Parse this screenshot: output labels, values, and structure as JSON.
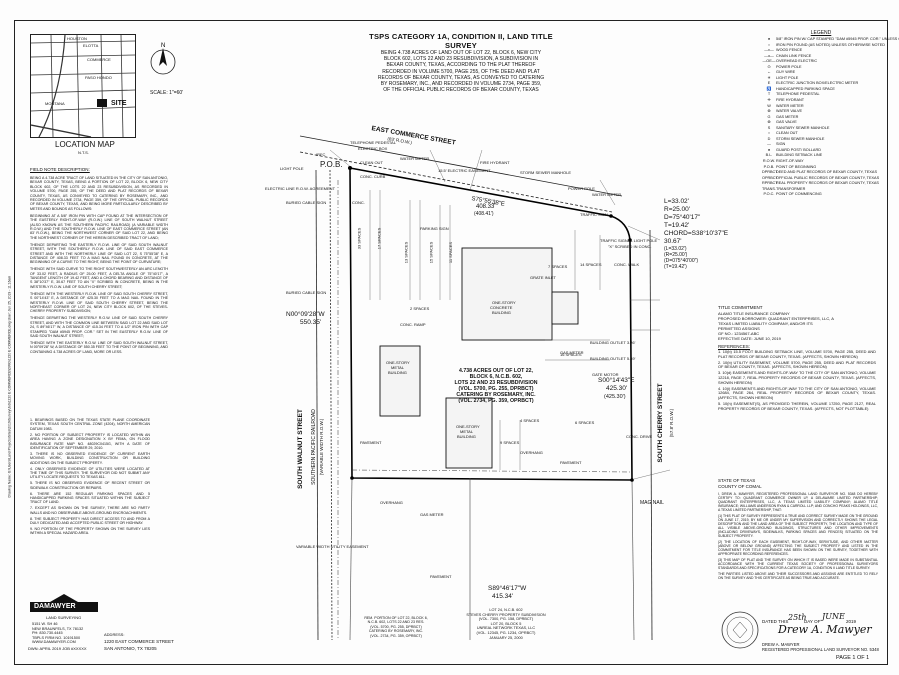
{
  "sheet": {
    "title": "TSPS CATEGORY 1A, CONDITION II, LAND TITLE SURVEY",
    "subtitle_lines": [
      "BEING 4.738 ACRES OF LAND OUT OF LOT 22, BLOCK 6, NEW CITY",
      "BLOCK 602, LOTS 22 AND 23 RESUBDIVISION, A SUBDIVISION IN",
      "BEXAR COUNTY, TEXAS, ACCORDING TO THE PLAT THEREOF",
      "RECORDED IN VOLUME 5700, PAGE 255, OF THE DEED AND PLAT",
      "RECORDS OF BEXAR COUNTY, TEXAS, AS CONVEYED TO CATERING",
      "BY ROSEMARY, INC., AND RECORDED IN VOLUME 2734, PAGE 359,",
      "OF THE OFFICIAL PUBLIC RECORDS OF BEXAR COUNTY, TEXAS"
    ],
    "page_label": "PAGE 1 OF 1"
  },
  "location_map": {
    "title": "LOCATION MAP",
    "nts": "N.T.S.",
    "scale": "SCALE: 1\"=60'",
    "site": "SITE",
    "labels": [
      "HOUSTON",
      "ELOTTA",
      "PASO HONDO",
      "MONTANA",
      "LOCATION",
      "COMMERCE"
    ]
  },
  "streets": {
    "east_commerce": "EAST COMMERCE STREET",
    "east_commerce_row": "(83' R.O.W.)",
    "south_walnut": "SOUTH WALNUT STREET",
    "south_walnut_sub": "SOUTHERN PACIFIC RAILROAD",
    "south_walnut_row": "(VARIABLE WIDTH R.O.W.)",
    "south_cherry": "SOUTH CHERRY STREET",
    "south_cherry_row": "(57.8' R.O.W.)"
  },
  "bearings": {
    "pob": "P.O.B.",
    "north": "S75°55'38\"E",
    "north_dist": "408.33'",
    "north_rec": "(408.41')",
    "west": "N00°09'28\"W",
    "west_dist": "550.35'",
    "east": "S00°14'43\"E",
    "east_dist": "425.30'",
    "east_rec": "(425.30')",
    "south": "S89°46'17\"W",
    "south_dist": "415.34'"
  },
  "curve": {
    "l": "L=33.02'",
    "r": "R=25.00'",
    "d": "D=75°40'17\"",
    "t": "T=19.42'",
    "chord": "CHORD=S38°10'37\"E",
    "chord_len": "30.67'",
    "rec_l": "(L=33.02')",
    "rec_r": "(R=25.00')",
    "rec_d": "(D=075°40'00\")",
    "rec_t": "(T=19.42')"
  },
  "tract": {
    "lines": [
      "4.738 ACRES OUT OF LOT 22,",
      "BLOCK 6, N.C.B. 602,",
      "LOTS 22 AND 23 RESUBDIVISION",
      "(VOL. 5700, PG. 255, DPRBCT)",
      "CATERING BY ROSEMARY, INC.",
      "(VOL. 2734, PG. 359, OPRBCT)"
    ]
  },
  "features": {
    "building_west": [
      "ONE-STORY",
      "METAL",
      "BUILDING"
    ],
    "building_mid": [
      "ONE-STORY",
      "CONCRETE",
      "BUILDING"
    ],
    "building_south": [
      "ONE-STORY",
      "METAL",
      "BUILDING"
    ],
    "spaces": [
      "33 SPACES",
      "17 SPACES",
      "13 SPACES",
      "15 SPACES",
      "11 SPACES",
      "14 SPACES",
      "16 SPACES",
      "7 SPACES",
      "9 SPACES",
      "4 SPACES",
      "6 SPACES",
      "2 SPACES"
    ],
    "misc": [
      "CONC.",
      "PAVEMENT",
      "PARKING SIGN",
      "CONC. RAMP",
      "CONC. WALK",
      "CONC. DRIVE",
      "OVERHANG",
      "GRATE INLET",
      "MAG NAIL",
      "WATER METER",
      "GAS METER",
      "FIRE HYDRANT",
      "ELECTRIC BOX",
      "IRFC",
      "CLEAN OUT",
      "TRAFFIC SIGNAL LIGHT POLE",
      "\"X\" SCRIBED IN CONC.",
      "CONC. CURB",
      "POWER POLE",
      "BURIED CABLE SIGN",
      "ELECTRIC LINE R.O.W. AGREEMENT",
      "LIGHT POLE",
      "STORM SEWER MANHOLE",
      "TELEPHONE PEDESTAL",
      "TRAFFIC SIGN",
      "VARIABLE WIDTH UTILITY EASEMENT",
      "15.5' ELECTRIC EASEMENT",
      "BUILDING OUTLET 3.26'",
      "BUILDING OUTLET 5.89'",
      "GATE MOTOR"
    ]
  },
  "adjacent": {
    "south_lot": [
      "LOT 24, N.C.B. 602",
      "STEVES CHERRY PROPERTY SUBDIVISION",
      "(VOL. 7300, PG. 158, DPRBCT)",
      "LOT 20, BLOCK 5",
      "UNREAL NETWORK TEXAS, LLC",
      "(VOL. 12345, PG. 1234, OPRBCT)",
      "JANUARY 25, 2000"
    ],
    "southwest_lot": [
      "REM. PORTION OF LOT 22, BLOCK 6,",
      "N.C.B. 602, LOTS 22 AND 23 RES.",
      "(VOL. 5700, PG. 255, DPRBCT)",
      "CATERING BY ROSEMARY, INC.",
      "(VOL. 2734, PG. 359, OPRBCT)"
    ]
  },
  "field_note": {
    "heading": "FIELD NOTE DESCRIPTION:",
    "paragraphs": [
      "BEING A 4.738 ACRE TRACT OF LAND SITUATED IN THE CITY OF SAN ANTONIO, BEXAR COUNTY, TEXAS, BEING A PORTION OF LOT 22, BLOCK 6, NEW CITY BLOCK 602, OF THE LOTS 22 AND 23 RESUBDIVISION, AS RECORDED IN VOLUME 5700, PAGE 255, OF THE DEED AND PLAT RECORDS OF BEXAR COUNTY, TEXAS, AS CONVEYED TO CATERING BY ROSEMARY, INC., AND RECORDED IN VOLUME 2734, PAGE 359, OF THE OFFICIAL PUBLIC RECORDS OF BEXAR COUNTY, TEXAS, AND BEING MORE PARTICULARLY DESCRIBED BY METES AND BOUNDS AS FOLLOWS:",
      "BEGINNING AT A 5/8\" IRON PIN WITH CAP FOUND AT THE INTERSECTION OF THE EASTERLY RIGHT-OF-WAY (R.O.W.) LINE OF SOUTH WALNUT STREET (ALSO KNOWN AS THE SOUTHERN PACIFIC RAILROAD) (A VARIABLE WIDTH R.O.W.) AND THE SOUTHERLY R.O.W. LINE OF EAST COMMERCE STREET (AN 83' R.O.W.), BEING THE NORTHWEST CORNER OF SAID LOT 22, AND BEING THE NORTHWEST CORNER OF THE HEREIN DESCRIBED TRACT OF LAND;",
      "THENCE DEPARTING THE EASTERLY R.O.W. LINE OF SAID SOUTH WALNUT STREET, WITH THE SOUTHERLY R.O.W. LINE OF SAID EAST COMMERCE STREET AND WITH THE NORTHERLY LINE OF SAID LOT 22, S 75°55'38\" E, A DISTANCE OF 408.33 FEET TO A MAG NAIL FOUND IN CONCRETE, AT THE BEGINNING OF A CURVE TO THE RIGHT, BEING THE POINT OF CURVATURE;",
      "THENCE WITH SAID CURVE TO THE RIGHT SOUTHWESTERLY AN ARC LENGTH OF 33.02 FEET, A RADIUS OF 25.00 FEET, A DELTA ANGLE OF 75°40'17\", A TANGENT LENGTH OF 19.42 FEET, AND A CHORD BEARING AND DISTANCE OF S 38°10'37\" E, 30.67 FEET TO AN \"X\" SCRIBED IN CONCRETE, BEING IN THE WESTERLY R.O.W. LINE OF SOUTH CHERRY STREET;",
      "THENCE WITH THE WESTERLY R.O.W. LINE OF SAID SOUTH CHERRY STREET, S 00°14'43\" E, A DISTANCE OF 425.30 FEET TO A MAG NAIL FOUND IN THE WESTERLY R.O.W. LINE OF SAID SOUTH CHERRY STREET, BEING THE NORTHEAST CORNER OF LOT 24, NEW CITY BLOCK 602, OF THE STEVES-CHERRY PROPERTY SUBDIVISION;",
      "THENCE DEPARTING THE WESTERLY R.O.W. LINE OF SAID SOUTH CHERRY STREET, AND WITH THE COMMON LINE BETWEEN SAID LOT 22 AND SAID LOT 24, S 89°46'17\" W, A DISTANCE OF 415.34 FEET TO A 1/2\" IRON PIN WITH CAP STAMPED \"DAM #5945 PROP. COR.\" SET IN THE EASTERLY R.O.W. LINE OF SAID SOUTH WALNUT STREET;",
      "THENCE WITH THE EASTERLY R.O.W. LINE OF SAID SOUTH WALNUT STREET, N 00°09'28\" W, A DISTANCE OF 550.35 FEET TO THE POINT OF BEGINNING, AND CONTAINING 4.738 ACRES OF LAND, MORE OR LESS."
    ]
  },
  "notes": {
    "items": [
      "1. BEARINGS BASED ON THE TEXAS STATE PLANE COORDINATE SYSTEM, TEXAS SOUTH CENTRAL ZONE (4204), NORTH AMERICAN DATUM 1983.",
      "2. NO PORTION OF SUBJECT PROPERTY IS LOCATED WITHIN AN AREA HAVING A ZONE DESIGNATION X BY FEMA, ON FLOOD INSURANCE RATE MAP NO. 48029C0415G, WITH A DATE OF IDENTIFICATION OF SEPTEMBER 29, 2010.",
      "3. THERE IS NO OBSERVED EVIDENCE OF CURRENT EARTH MOVING WORK, BUILDING CONSTRUCTION OR BUILDING ADDITIONS ON THE SUBJECT PROPERTY.",
      "4. ONLY OBSERVED EVIDENCE OF UTILITIES WERE LOCATED AT THE TIME OF THIS SURVEY. THE SURVEYOR DID NOT SUBMIT ANY UTILITY LOCATE REQUESTS TO TEXAS 811.",
      "5. THERE IS NO OBSERVED EVIDENCE OF RECENT STREET OR SIDEWALK CONSTRUCTION OR REPAIRS.",
      "6. THERE ARE 152 REGULAR PARKING SPACES AND 5 HANDICAPPED PARKING SPACES SITUATED WITHIN THE SUBJECT TRACT OF LAND.",
      "7. EXCEPT AS SHOWN ON THE SURVEY, THERE ARE NO PARTY WALLS AND NO OBSERVABLE ABOVE-GROUND ENCROACHMENTS.",
      "8. THE SUBJECT PROPERTY HAS DIRECT ACCESS TO AND FROM A DULY DEDICATED AND ACCEPTED PUBLIC STREET OR HIGHWAY.",
      "9. NO PORTION OF THE PROPERTY SHOWN ON THE SURVEY LIES WITHIN A SPECIAL HAZARD AREA."
    ]
  },
  "legend": {
    "title": "LEGEND",
    "rows": [
      [
        "●",
        "5/8\" IRON PIN W/ CAP STAMPED \"DAM #5945 PROP. COR.\" UNLESS OTHERWISE NOTED"
      ],
      [
        "○",
        "IRON PIN FOUND (AS NOTED) UNLESS OTHERWISE NOTED"
      ],
      [
        "—x—",
        "WOOD FENCE"
      ],
      [
        "—o—",
        "CHAIN LINK FENCE"
      ],
      [
        "—OE—",
        "OVERHEAD ELECTRIC"
      ],
      [
        "⊙",
        "POWER POLE"
      ],
      [
        "←",
        "GUY WIRE"
      ],
      [
        "☀",
        "LIGHT POLE"
      ],
      [
        "E",
        "ELECTRIC JUNCTION BOX/ELECTRIC METER"
      ],
      [
        "♿",
        "HANDICAPPED PARKING SPACE"
      ],
      [
        "T",
        "TELEPHONE PEDESTAL"
      ],
      [
        "✛",
        "FIRE HYDRANT"
      ],
      [
        "W",
        "WATER METER"
      ],
      [
        "⊗",
        "WATER VALVE"
      ],
      [
        "G",
        "GAS METER"
      ],
      [
        "⊗",
        "GAS VALVE"
      ],
      [
        "S",
        "SANITARY SEWER MANHOLE"
      ],
      [
        "○",
        "CLEAN OUT"
      ],
      [
        "D",
        "STORM SEWER MANHOLE"
      ],
      [
        "—",
        "SIGN"
      ],
      [
        "●",
        "GUARD POST/ BOLLARD"
      ],
      [
        "B.L.",
        "BUILDING SETBACK LINE"
      ],
      [
        "R.O.W.",
        "RIGHT-OF-WAY"
      ],
      [
        "P.O.B.",
        "POINT OF BEGINNING"
      ],
      [
        "DPRBCT",
        "DEED AND PLAT RECORDS OF BEXAR COUNTY, TEXAS"
      ],
      [
        "OPRBCT",
        "OFFICIAL PUBLIC RECORDS OF BEXAR COUNTY, TEXAS"
      ],
      [
        "RPRBCT",
        "REAL PROPERTY RECORDS OF BEXAR COUNTY, TEXAS"
      ],
      [
        "TRANS.",
        "TRANSFORMER"
      ],
      [
        "P.O.C.",
        "POINT OF COMMENCING"
      ]
    ]
  },
  "title_commitment": {
    "heading": "TITLE COMMITMENT",
    "lines": [
      "ALAMO TITLE INSURANCE COMPANY",
      "PROPOSED BORROWER: QUADRANT ENTERPRISES, LLC, A",
      "TEXAS LIMITED LIABILITY COMPANY, AND/OR ITS",
      "PERMITTED ASSIGNS",
      "GF NO.: 1234567-ABC",
      "EFFECTIVE DATE: JUNE 10, 2019"
    ],
    "references_heading": "REFERENCES:",
    "references": [
      "1. 10(b) 15.5 FOOT BUILDING SETBACK LINE, VOLUME 5700, PAGE 255, DEED AND PLAT RECORDS OF BEXAR COUNTY, TEXAS. (AFFECTS, SHOWN HEREON)",
      "2. 10(b) UTILITY EASEMENT, VOLUME 5700, PAGE 255, DEED AND PLAT RECORDS OF BEXAR COUNTY, TEXAS. (AFFECTS, SHOWN HEREON)",
      "3. 10(d) EASEMENTS AND RIGHTS-OF-WAY TO THE CITY OF SAN ANTONIO, VOLUME 12218, PAGE 7, REAL PROPERTY RECORDS OF BEXAR COUNTY, TEXAS. (AFFECTS, SHOWN HEREON)",
      "4. 10(i) EASEMENTS AND RIGHTS-OF-WAY TO THE CITY OF SAN ANTONIO, VOLUME 12684, PAGE 264, REAL PROPERTY RECORDS OF BEXAR COUNTY, TEXAS. (AFFECTS, SHOWN HEREON)",
      "5. 10(h) EASEMENT(S), AS PROVIDED THEREIN, VOLUME 17250, PAGE 2127, REAL PROPERTY RECORDS OF BEXAR COUNTY, TEXAS. (AFFECTS, NOT PLOTTABLE)"
    ]
  },
  "certification": {
    "state": "STATE OF TEXAS",
    "county": "COUNTY OF COMAL",
    "text": [
      "I, DREW A. MAWYER, REGISTERED PROFESSIONAL LAND SURVEYOR NO. 5348 DO HEREBY CERTIFY TO: QUADRANT COMMERCE OWNER LP, A DELAWARE LIMITED PARTNERSHIP; QUADRANT ENTERPRISES, LLC, A TEXAS LIMITED LIABILITY COMPANY; ALAMO TITLE INSURANCE; WILLIAMS ANDERSON RYAN & CARROLL LLP; AND CONCHO PEAKS HOLDINGS, LLC, A TEXAS LIMITED PARTNERSHIP, THAT:",
      "(1) THIS PLAT OF SURVEY REPRESENTS A TRUE AND CORRECT SURVEY MADE ON THE GROUND ON JUNE 17, 2019, BY ME OR UNDER MY SUPERVISION AND CORRECTLY SHOWS THE LEGAL DESCRIPTION AND THE LAND AREA OF THE SUBJECT PROPERTY, THE LOCATION AND TYPE OF ALL VISIBLE ABOVE-GROUND BUILDINGS, STRUCTURES AND OTHER IMPROVEMENTS (INCLUDING DRIVEWAYS, SIDEWALKS, PARKING SPACES AND FENCES) SITUATED ON THE SUBJECT PROPERTY.",
      "(2) THE LOCATION OF EACH EASEMENT, RIGHT-OF-WAY, SERVITUDE, AND OTHER MATTER (ABOVE OR BELOW GROUND) AFFECTING THE SUBJECT PROPERTY AND LISTED IN THE COMMITMENT FOR TITLE INSURANCE HAS BEEN SHOWN ON THE SURVEY, TOGETHER WITH APPROPRIATE RECORDING REFERENCES.",
      "(3) THIS MAP OF PLAT AND THE SURVEY ON WHICH IT IS BASED WERE MADE IN SUBSTANTIAL ACCORDANCE WITH THE CURRENT TEXAS SOCIETY OF PROFESSIONAL SURVEYORS STANDARDS AND SPECIFICATIONS FOR A CATEGORY 1A, CONDITION II LAND TITLE SURVEY.",
      "THE PARTIES LISTED ABOVE AND THEIR SUCCESSORS AND ASSIGNS ARE ENTITLED TO RELY ON THE SURVEY AND THIS CERTIFICATE AS BEING TRUE AND ACCURATE."
    ],
    "date_line": "DATED THIS",
    "day": "25th",
    "day_of": "DAY OF",
    "month": "JUNE",
    "year": "2019",
    "signature": "Drew A. Mawyer",
    "name": "DREW A. MAWYER",
    "reg": "REGISTERED PROFESSIONAL LAND SURVEYOR NO. 5348"
  },
  "firm": {
    "name": "DAMAWYER",
    "sub": "LAND SURVEYING",
    "address": [
      "5151 W. SH 46",
      "NEW BRAUNFELS, TX 78132",
      "PH: 830.730.4445",
      "TBPLS FIRM NO. 10191500",
      "WWW.DAMAWYER.COM"
    ],
    "drawn_by": "DWN: APRIL 2019   JOB #XXXXX",
    "project_address_label": "ADDRESS:",
    "project_address": [
      "1220 EAST COMMERCE STREET",
      "SAN ANTONIO, TX 78205"
    ]
  },
  "side_stamp": "Drawing Name: G:\\Users\\Land Projects\\Sites\\2019\\Survey\\Job\\1220 E COMMERCE\\DWG\\1220 E COMMERCE.dwg   User: Jun 25, 2019 - 11:16am"
}
